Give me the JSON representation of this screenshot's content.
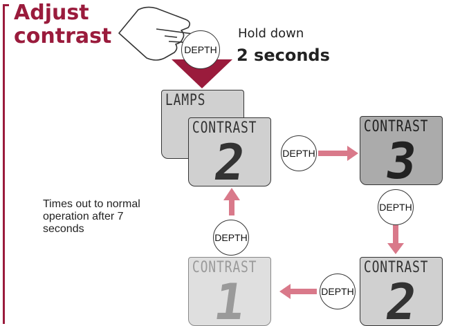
{
  "title": {
    "line1": "Adjust",
    "line2": "contrast"
  },
  "instruction": {
    "hold_label": "Hold down",
    "hold_value": "2 seconds"
  },
  "button_label": "DEPTH",
  "back_screen": {
    "label": "LAMPS"
  },
  "screens": [
    {
      "label": "CONTRAST",
      "value": "2"
    },
    {
      "label": "CONTRAST",
      "value": "3"
    },
    {
      "label": "CONTRAST",
      "value": "2"
    },
    {
      "label": "CONTRAST",
      "value": "1"
    }
  ],
  "timeout_note": "Times out to normal operation after 7 seconds",
  "colors": {
    "accent": "#9a1b3c",
    "arrow": "#d9798a",
    "lcd": "#d0d0d0",
    "lcd_active": "#ababab"
  },
  "icons": {
    "finger": "pointing-hand-icon"
  }
}
